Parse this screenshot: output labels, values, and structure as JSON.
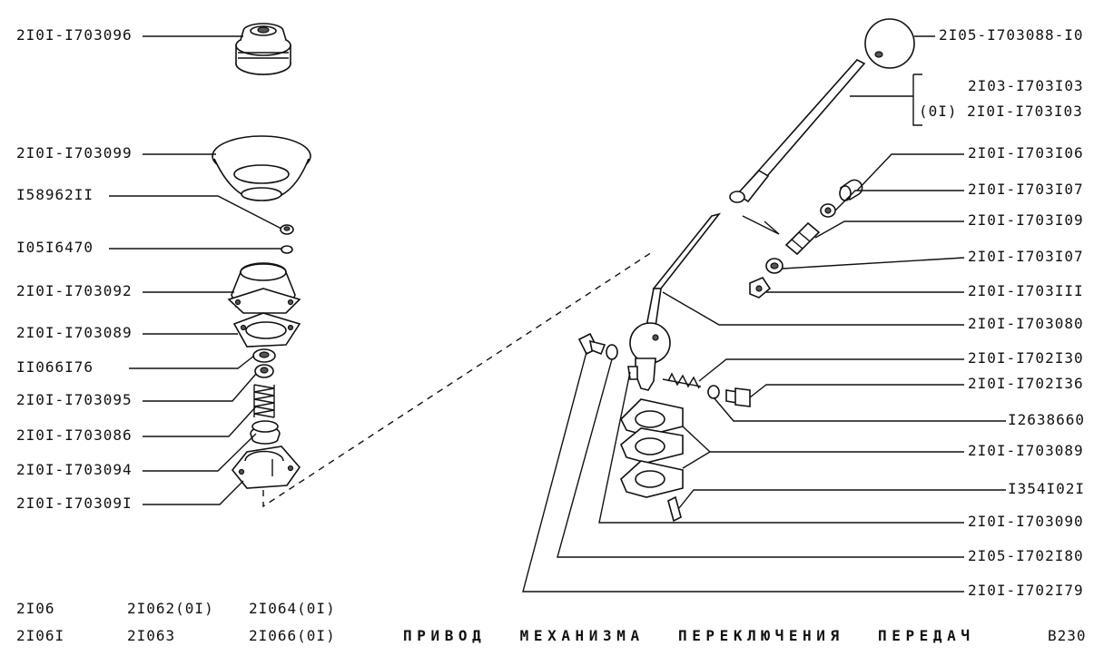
{
  "left_labels": [
    "2I0I-I703096",
    "2I0I-I703099",
    "I58962II",
    "I05I6470",
    "2I0I-I703092",
    "2I0I-I703089",
    "II066I76",
    "2I0I-I703095",
    "2I0I-I703086",
    "2I0I-I703094",
    "2I0I-I70309I"
  ],
  "right_labels": [
    "2I05-I703088-I0",
    "2I03-I703I03",
    "(0I) 2I0I-I703I03",
    "2I0I-I703I06",
    "2I0I-I703I07",
    "2I0I-I703I09",
    "2I0I-I703I07",
    "2I0I-I703III",
    "2I0I-I703080",
    "2I0I-I702I30",
    "2I0I-I702I36",
    "I2638660",
    "2I0I-I703089",
    "I354I02I",
    "2I0I-I703090",
    "2I05-I702I80",
    "2I0I-I702I79"
  ],
  "models": [
    [
      "2I06",
      "2I062(0I)",
      "2I064(0I)"
    ],
    [
      "2I06I",
      "2I063",
      "2I066(0I)"
    ]
  ],
  "title": "ПРИВОД МЕХАНИЗМА ПЕРЕКЛЮЧЕНИЯ ПЕРЕДАЧ",
  "page_code": "B230"
}
